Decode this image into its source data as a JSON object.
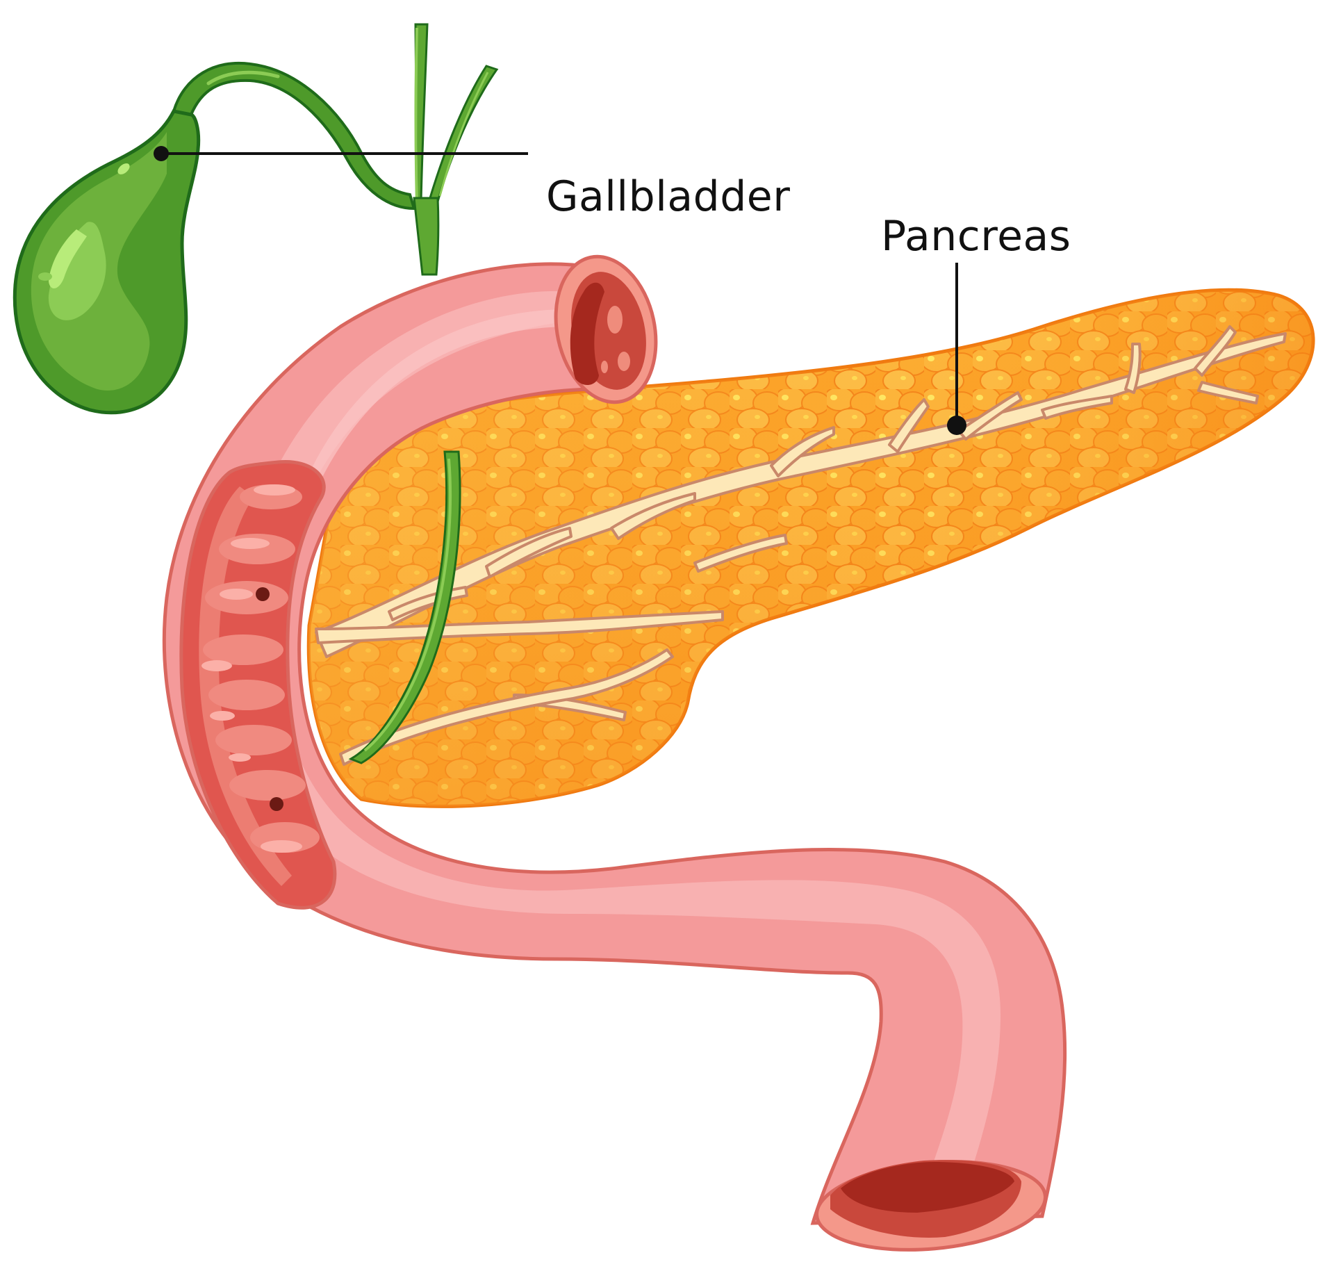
{
  "diagram": {
    "type": "anatomical-illustration",
    "labels": [
      {
        "id": "gallbladder",
        "text": "Gallbladder"
      },
      {
        "id": "pancreas",
        "text": "Pancreas"
      }
    ],
    "organs": [
      "gallbladder",
      "bile-duct",
      "duodenum",
      "pancreas",
      "pancreatic-duct"
    ],
    "colors": {
      "gallbladder_dark": "#3a8a1e",
      "gallbladder_mid": "#5ea832",
      "gallbladder_light": "#8ccc55",
      "gallbladder_highlight": "#b8ec7a",
      "gallbladder_outline": "#1f6b1a",
      "duodenum_outline": "#d9665e",
      "duodenum_dark": "#ef7f7f",
      "duodenum_mid": "#f49a9a",
      "duodenum_light": "#f8b4b4",
      "duodenum_lumen": "#a5281e",
      "duodenum_mucosa": "#e0564f",
      "pancreas_outline": "#f07a10",
      "pancreas_dark": "#fb8c1a",
      "pancreas_mid": "#fca52a",
      "pancreas_light": "#fdc14a",
      "pancreas_spot": "#fff06a",
      "duct_fill": "#fde8b8",
      "duct_outline": "#c9886a",
      "leader_line": "#111111"
    }
  }
}
